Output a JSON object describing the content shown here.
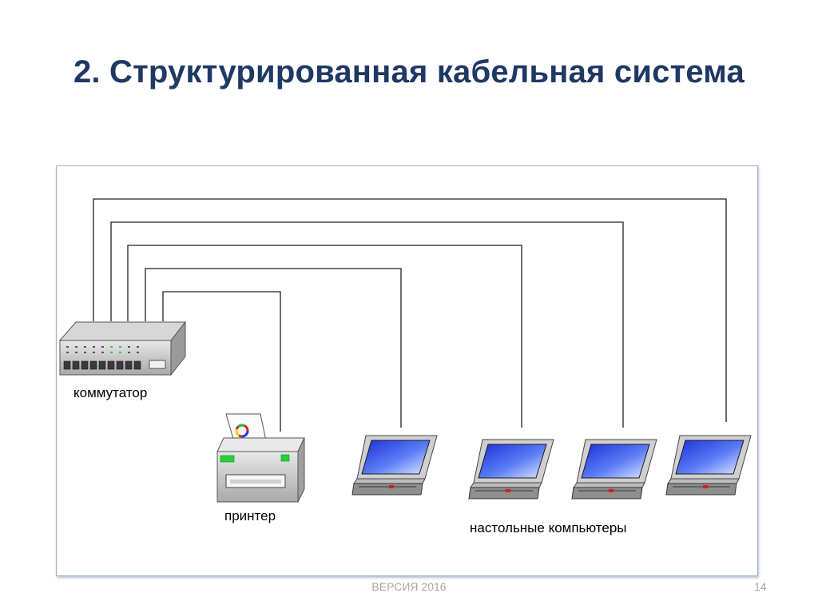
{
  "slide": {
    "title": "2. Структурированная кабельная система",
    "footer_version": "ВЕРСИЯ 2016",
    "page_number": "14"
  },
  "diagram": {
    "switch_label": "коммутатор",
    "printer_label": "принтер",
    "computers_label": "настольные компьютеры",
    "switch_icon": "network-switch-icon",
    "printer_icon": "printer-icon",
    "computer_icon": "laptop-icon",
    "computer_count": 4,
    "colors": {
      "screen": "#1a35e8",
      "title": "#1f3864",
      "frame_border": "#9ab3cf"
    }
  }
}
